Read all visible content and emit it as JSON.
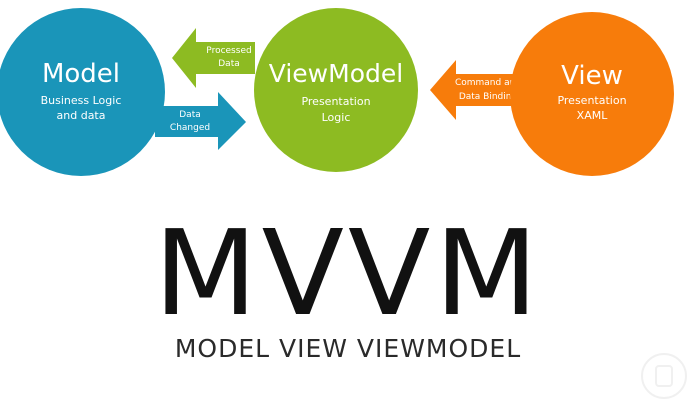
{
  "colors": {
    "model": "#1a95b9",
    "viewmodel": "#8dbb22",
    "view": "#f77c0b",
    "text_on_shape": "#ffffff"
  },
  "model": {
    "title": "Model",
    "line1": "Business Logic",
    "line2": "and data"
  },
  "viewmodel": {
    "title": "ViewModel",
    "line1": "Presentation",
    "line2": "Logic"
  },
  "view": {
    "title": "View",
    "line1": "Presentation",
    "line2": "XAML"
  },
  "arrows": {
    "processed": {
      "line1": "Processed",
      "line2": "Data"
    },
    "changed": {
      "line1": "Data",
      "line2": "Changed"
    },
    "command": {
      "line1": "Command and",
      "line2": "Data Binding"
    }
  },
  "heading": {
    "title": "MVVM",
    "subtitle": "MODEL VIEW VIEWMODEL"
  }
}
